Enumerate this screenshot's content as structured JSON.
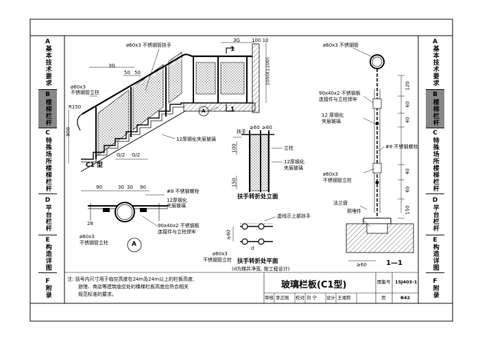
{
  "left_tabs": [
    {
      "letter": "A",
      "text": "基本技术要求",
      "active": false
    },
    {
      "letter": "B",
      "text": "楼梯栏杆",
      "active": true
    },
    {
      "letter": "C",
      "text": "特殊场所楼梯栏杆",
      "active": false
    },
    {
      "letter": "D",
      "text": "平台栏杆",
      "active": false
    },
    {
      "letter": "E",
      "text": "构造详图",
      "active": false
    },
    {
      "letter": "F",
      "text": "附录",
      "active": false
    }
  ],
  "right_tabs": [
    {
      "letter": "A",
      "text": "基本技术要求",
      "active": false
    },
    {
      "letter": "B",
      "text": "楼梯栏杆",
      "active": true
    },
    {
      "letter": "C",
      "text": "特殊场所楼梯栏杆",
      "active": false
    },
    {
      "letter": "D",
      "text": "平台栏杆",
      "active": false
    },
    {
      "letter": "E",
      "text": "构造详图",
      "active": false
    },
    {
      "letter": "F",
      "text": "附录",
      "active": false
    }
  ],
  "elevation": {
    "handrail_label": "ø60x3 不锈钢管扶手",
    "post_label_1": "ø60x3",
    "post_label_2": "不锈钢管立柱",
    "r150": "R150",
    "dim_3g": "3G",
    "dim_50a": "50",
    "dim_50b": "50",
    "dim_900": "900",
    "dim_1050": "1050(1100)",
    "dim_3g_top": "3G",
    "dim_100_10": "100 10",
    "glass_label": "12厚钢化夹层玻璃",
    "section_1": "1",
    "section_1b": "1",
    "mark_a": "A",
    "type_label": "C1 型",
    "g2_a": "G/2",
    "g2_b": "G/2"
  },
  "plan_a": {
    "d90a": "90",
    "d30a": "30",
    "d30b": "30",
    "d90b": "90",
    "d28": "28",
    "bolt": "#8 不锈钢螺栓",
    "glass_1": "12厚钢化",
    "glass_2": "夹层玻璃",
    "plate_1": "90x40x2 不锈钢板",
    "plate_2": "连接件与立柱焊牢",
    "post_1": "ø60x3",
    "post_2": "不锈钢管立柱",
    "mark": "A"
  },
  "turn_elev": {
    "handrail": "扶手",
    "d60a": "≥60",
    "d60b": "≥60",
    "d100": "100",
    "d150": "150",
    "post": "立柱",
    "glass_1": "12厚钢化",
    "glass_2": "夹层玻璃",
    "title": "扶手转折处立面"
  },
  "turn_plan": {
    "note": "虚线示上部扶手",
    "d60": "≥60",
    "post_1": "ø60x3",
    "post_2": "不锈钢管立柱",
    "title": "扶手转折处平面",
    "sub": "(d为梯井净宽, 按工程设计)",
    "d_label": "d"
  },
  "section": {
    "top": "ø60x3 不锈钢管",
    "plate_1": "90x40x2 不锈钢板",
    "plate_2": "连接件与立柱焊牢",
    "glass_1": "12 厚钢化",
    "glass_2": "夹层玻璃",
    "bolt": "#8 不锈钢螺栓",
    "post_1": "ø60x3",
    "post_2": "不锈钢管立柱",
    "flange": "法兰盘",
    "weld": "预埋件",
    "d60": "≥60",
    "d120": "120",
    "d60a": "60",
    "d40a": "40",
    "d40b": "40",
    "d60b": "60",
    "d150": "150",
    "title": "1—1"
  },
  "note": {
    "line1": "注: 括号内尺寸用于临空高度在24m及24m以上的栏板高度,",
    "line2": "旅馆、商店等建筑临空处的楼梯栏板高度应符合相关",
    "line3": "规范标准的要求。"
  },
  "title_block": {
    "title": "玻璃栏板(C1型)",
    "atlas_label": "图集号",
    "atlas_no": "15J403-1",
    "review": "审核",
    "reviewer": "李正刚",
    "check": "校对",
    "checker": "刘 宁",
    "design": "设计",
    "designer": "王湘莉",
    "page_label": "页",
    "page_no": "B42"
  }
}
